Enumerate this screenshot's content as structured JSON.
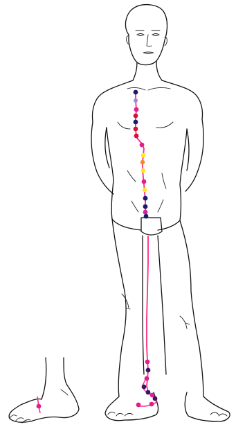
{
  "colors": {
    "line": "#ff2a86",
    "line_dark": "#c8107a",
    "dot_navy": "#1a1a6e",
    "dot_purple": "#3a1660",
    "dot_red": "#d0143c",
    "dot_magenta": "#e01e8c",
    "dot_yellow": "#ffe81a",
    "dot_orange": "#f28a1e",
    "dot_lilac": "#9c8ad8",
    "ink": "#111111"
  },
  "points": [
    {
      "name": "meridian-point-chest-1",
      "color": "dot_navy"
    },
    {
      "name": "meridian-point-chest-2",
      "color": "dot_lilac"
    },
    {
      "name": "meridian-point-chest-3",
      "color": "dot_magenta"
    },
    {
      "name": "meridian-point-chest-4",
      "color": "dot_red"
    },
    {
      "name": "meridian-point-chest-5",
      "color": "dot_navy"
    },
    {
      "name": "meridian-point-chest-6",
      "color": "dot_red"
    },
    {
      "name": "meridian-point-chest-7",
      "color": "dot_red"
    },
    {
      "name": "meridian-point-abdomen-1",
      "color": "dot_magenta"
    },
    {
      "name": "meridian-point-abdomen-2",
      "color": "dot_yellow"
    },
    {
      "name": "meridian-point-abdomen-3",
      "color": "dot_orange"
    },
    {
      "name": "meridian-point-abdomen-4",
      "color": "dot_yellow"
    },
    {
      "name": "meridian-point-abdomen-5",
      "color": "dot_magenta"
    },
    {
      "name": "meridian-point-abdomen-6",
      "color": "dot_yellow"
    },
    {
      "name": "meridian-point-abdomen-7",
      "color": "dot_navy"
    },
    {
      "name": "meridian-point-abdomen-8",
      "color": "dot_navy"
    },
    {
      "name": "meridian-point-abdomen-9",
      "color": "dot_magenta"
    },
    {
      "name": "meridian-point-abdomen-10",
      "color": "dot_navy"
    },
    {
      "name": "meridian-point-shin-1",
      "color": "dot_magenta"
    },
    {
      "name": "meridian-point-shin-2",
      "color": "dot_purple"
    },
    {
      "name": "meridian-point-shin-3",
      "color": "dot_magenta"
    },
    {
      "name": "meridian-point-ankle-1",
      "color": "dot_purple"
    },
    {
      "name": "meridian-point-ankle-2",
      "color": "dot_purple"
    },
    {
      "name": "meridian-point-ankle-3",
      "color": "dot_magenta"
    },
    {
      "name": "meridian-point-ankle-4",
      "color": "dot_purple"
    },
    {
      "name": "meridian-point-ankle-5",
      "color": "dot_magenta"
    },
    {
      "name": "meridian-point-foot-1",
      "color": "dot_magenta"
    },
    {
      "name": "meridian-point-side-foot-1",
      "color": "dot_magenta"
    }
  ]
}
